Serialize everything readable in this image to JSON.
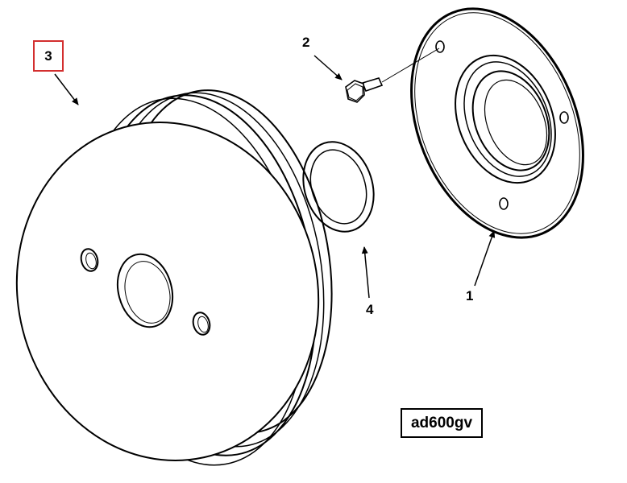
{
  "diagram": {
    "callouts": {
      "pulley": "3",
      "bolt": "2",
      "washer": "4",
      "flange": "1"
    },
    "highlight_color": "#d32f2f",
    "reference_code": "ad600gv"
  }
}
